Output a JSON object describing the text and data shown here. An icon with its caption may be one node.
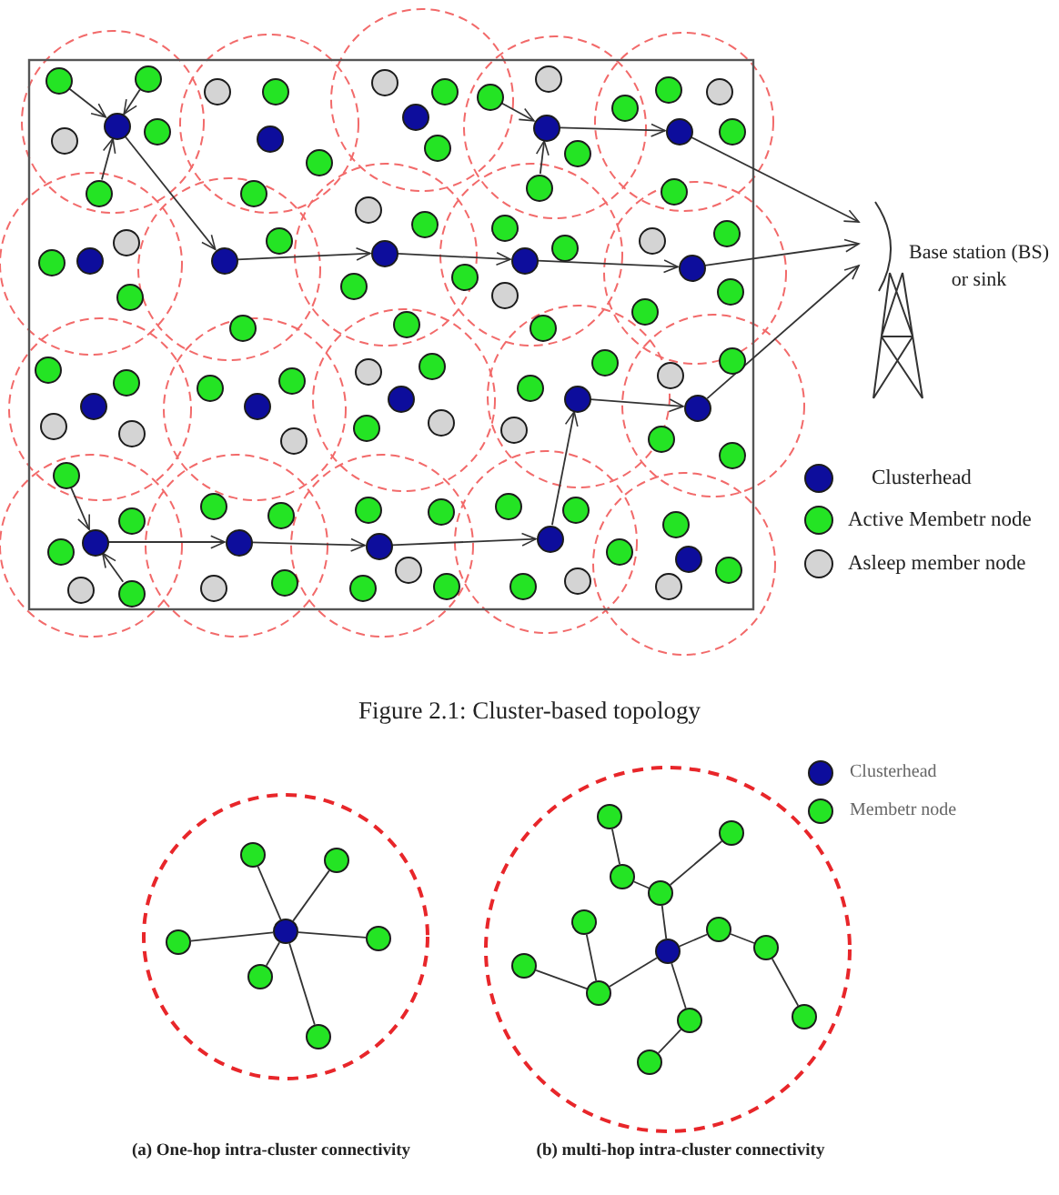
{
  "diagram": {
    "caption": "Figure 2.1: Cluster-based topology",
    "nodes": [
      {
        "text": [],
        "shape": "circle"
      },
      {
        "text": [],
        "shape": "circle"
      },
      {
        "text": [],
        "shape": "circle"
      },
      {
        "text": [],
        "shape": "circle"
      },
      {
        "text": [],
        "shape": "circle"
      },
      {
        "text": [],
        "shape": "circle"
      },
      {
        "text": [],
        "shape": "circle"
      },
      {
        "text": [],
        "shape": "circle"
      },
      {
        "text": [],
        "shape": "circle"
      },
      {
        "text": [],
        "shape": "circle"
      },
      {
        "text": [],
        "shape": "circle"
      },
      {
        "text": [],
        "shape": "circle"
      },
      {
        "text": [],
        "shape": "circle"
      },
      {
        "text": [],
        "shape": "circle"
      },
      {
        "text": [],
        "shape": "circle"
      },
      {
        "text": [],
        "shape": "circle"
      },
      {
        "text": [],
        "shape": "circle"
      },
      {
        "text": [],
        "shape": "circle"
      },
      {
        "text": [],
        "shape": "circle"
      },
      {
        "text": [],
        "shape": "circle"
      },
      {
        "text": [],
        "shape": "circle"
      },
      {
        "text": [],
        "shape": "circle"
      },
      {
        "text": [],
        "shape": "circle"
      },
      {
        "text": [],
        "shape": "circle"
      },
      {
        "text": [],
        "shape": "circle"
      },
      {
        "text": [],
        "shape": "circle"
      },
      {
        "text": [],
        "shape": "circle"
      },
      {
        "text": [],
        "shape": "circle"
      },
      {
        "text": [],
        "shape": "circle"
      },
      {
        "text": [],
        "shape": "circle"
      },
      {
        "text": [],
        "shape": "circle"
      },
      {
        "text": [],
        "shape": "circle"
      },
      {
        "text": [],
        "shape": "circle"
      },
      {
        "text": [],
        "shape": "circle"
      },
      {
        "text": [],
        "shape": "circle"
      },
      {
        "text": [],
        "shape": "circle"
      },
      {
        "text": [],
        "shape": "circle"
      },
      {
        "text": [],
        "shape": "circle"
      },
      {
        "text": [],
        "shape": "circle"
      },
      {
        "text": [],
        "shape": "circle"
      },
      {
        "text": [],
        "shape": "circle"
      },
      {
        "text": [],
        "shape": "circle"
      },
      {
        "text": [],
        "shape": "circle"
      },
      {
        "text": [],
        "shape": "circle"
      },
      {
        "text": [],
        "shape": "circle"
      },
      {
        "text": [],
        "shape": "circle"
      },
      {
        "text": [],
        "shape": "circle"
      },
      {
        "text": [],
        "shape": "circle"
      },
      {
        "text": [],
        "shape": "circle"
      },
      {
        "text": [],
        "shape": "circle"
      },
      {
        "text": [],
        "shape": "circle"
      },
      {
        "text": [],
        "shape": "circle"
      },
      {
        "text": [],
        "shape": "circle"
      },
      {
        "text": [],
        "shape": "circle"
      },
      {
        "text": [],
        "shape": "circle"
      },
      {
        "text": [],
        "shape": "circle"
      },
      {
        "text": [],
        "shape": "circle"
      },
      {
        "text": [],
        "shape": "circle"
      },
      {
        "text": [],
        "shape": "circle"
      },
      {
        "text": [],
        "shape": "circle"
      },
      {
        "text": [],
        "shape": "circle"
      },
      {
        "text": [],
        "shape": "circle"
      },
      {
        "text": [],
        "shape": "circle"
      },
      {
        "text": [],
        "shape": "circle"
      },
      {
        "text": [],
        "shape": "circle"
      },
      {
        "text": [],
        "shape": "circle"
      },
      {
        "text": [],
        "shape": "circle"
      },
      {
        "text": [],
        "shape": "circle"
      },
      {
        "text": [],
        "shape": "circle"
      },
      {
        "text": [],
        "shape": "circle"
      },
      {
        "text": [],
        "shape": "circle"
      },
      {
        "text": [],
        "shape": "circle"
      },
      {
        "text": [],
        "shape": "circle"
      },
      {
        "text": [],
        "shape": "circle"
      },
      {
        "text": [],
        "shape": "circle"
      },
      {
        "text": [],
        "shape": "circle"
      },
      {
        "text": [],
        "shape": "circle"
      },
      {
        "text": [],
        "shape": "circle"
      },
      {
        "text": [],
        "shape": "circle"
      },
      {
        "text": [],
        "shape": "circle"
      },
      {
        "text": [],
        "shape": "circle"
      },
      {
        "text": [],
        "shape": "circle"
      },
      {
        "text": [],
        "shape": "circle"
      },
      {
        "text": [],
        "shape": "circle"
      },
      {
        "text": [],
        "shape": "circle"
      },
      {
        "text": [],
        "shape": "circle"
      },
      {
        "text": [],
        "shape": "circle"
      },
      {
        "text": [],
        "shape": "circle"
      },
      {
        "text": [],
        "shape": "circle"
      },
      {
        "text": [],
        "shape": "circle"
      },
      {
        "text": [],
        "shape": "circle"
      },
      {
        "text": [],
        "shape": "circle"
      },
      {
        "text": [],
        "shape": "circle"
      },
      {
        "text": [],
        "shape": "circle"
      },
      {
        "text": [],
        "shape": "circle"
      },
      {
        "text": [],
        "shape": "circle"
      },
      {
        "text": [],
        "shape": "circle"
      },
      {
        "text": [],
        "shape": "circle"
      },
      {
        "text": [],
        "shape": "circle"
      },
      {
        "text": [
          "Base station (BS) or sink"
        ]
      },
      {
        "text": [],
        "shape": "circle"
      },
      {
        "text": [],
        "shape": "circle"
      },
      {
        "text": [],
        "shape": "circle"
      },
      {
        "text": [],
        "shape": "circle"
      },
      {
        "text": [],
        "shape": "circle"
      },
      {
        "text": [],
        "shape": "circle"
      },
      {
        "text": [],
        "shape": "circle"
      },
      {
        "text": [],
        "shape": "circle"
      },
      {
        "text": [],
        "shape": "circle"
      },
      {
        "text": [],
        "shape": "circle"
      },
      {
        "text": [],
        "shape": "circle"
      },
      {
        "text": [],
        "shape": "circle"
      },
      {
        "text": [],
        "shape": "circle"
      },
      {
        "text": [],
        "shape": "circle"
      },
      {
        "text": [],
        "shape": "circle"
      },
      {
        "text": [],
        "shape": "circle"
      },
      {
        "text": [],
        "shape": "circle"
      },
      {
        "text": [],
        "shape": "circle"
      },
      {
        "text": [],
        "shape": "circle"
      },
      {
        "text": [],
        "shape": "circle"
      }
    ],
    "edges": [
      {
        "from": 0,
        "to": 2,
        "arrow": "to"
      },
      {
        "from": 3,
        "to": 2,
        "arrow": "to"
      },
      {
        "from": 24,
        "to": 2,
        "arrow": "to"
      },
      {
        "from": 2,
        "to": 27,
        "arrow": "to"
      },
      {
        "from": 27,
        "to": 33,
        "arrow": "to"
      },
      {
        "from": 33,
        "to": 39,
        "arrow": "to"
      },
      {
        "from": 39,
        "to": 46,
        "arrow": "to"
      },
      {
        "from": 46,
        "to": 99,
        "arrow": "to"
      },
      {
        "from": 13,
        "to": 14,
        "arrow": "to"
      },
      {
        "from": 40,
        "to": 14,
        "arrow": "to"
      },
      {
        "from": 14,
        "to": 19,
        "arrow": "to"
      },
      {
        "from": 19,
        "to": 99,
        "arrow": "to"
      },
      {
        "from": 73,
        "to": 75,
        "arrow": "to"
      },
      {
        "from": 77,
        "to": 75,
        "arrow": "to"
      },
      {
        "from": 75,
        "to": 80,
        "arrow": "to"
      },
      {
        "from": 80,
        "to": 85,
        "arrow": "to"
      },
      {
        "from": 85,
        "to": 91,
        "arrow": "to"
      },
      {
        "from": 91,
        "to": 65,
        "arrow": "to"
      },
      {
        "from": 65,
        "to": 69,
        "arrow": "to"
      },
      {
        "from": 69,
        "to": 99,
        "arrow": "to"
      },
      {
        "from": 100,
        "to": 101,
        "arrow": "none"
      },
      {
        "from": 100,
        "to": 102,
        "arrow": "none"
      },
      {
        "from": 100,
        "to": 103,
        "arrow": "none"
      },
      {
        "from": 100,
        "to": 104,
        "arrow": "none"
      },
      {
        "from": 100,
        "to": 105,
        "arrow": "none"
      },
      {
        "from": 100,
        "to": 106,
        "arrow": "none"
      },
      {
        "from": 108,
        "to": 109,
        "arrow": "none"
      },
      {
        "from": 109,
        "to": 110,
        "arrow": "none"
      },
      {
        "from": 110,
        "to": 111,
        "arrow": "none"
      },
      {
        "from": 110,
        "to": 107,
        "arrow": "none"
      },
      {
        "from": 107,
        "to": 113,
        "arrow": "none"
      },
      {
        "from": 113,
        "to": 114,
        "arrow": "none"
      },
      {
        "from": 114,
        "to": 118,
        "arrow": "none"
      },
      {
        "from": 107,
        "to": 116,
        "arrow": "none"
      },
      {
        "from": 116,
        "to": 112,
        "arrow": "none"
      },
      {
        "from": 116,
        "to": 115,
        "arrow": "none"
      },
      {
        "from": 107,
        "to": 117,
        "arrow": "none"
      },
      {
        "from": 117,
        "to": 119,
        "arrow": "none"
      }
    ],
    "labels": [
      "(a) One-hop intra-cluster connectivity",
      "(b) multi-hop intra-cluster connectivity"
    ],
    "legend": [
      {
        "text": "Clusterhead",
        "color": "#0d0d9c"
      },
      {
        "text": "Active Membetr node",
        "color": "#24e424"
      },
      {
        "text": "Asleep member node",
        "color": "#d4d4d4"
      },
      {
        "text": "Clusterhead",
        "color": "#0d0d9c"
      },
      {
        "text": "Membetr node",
        "color": "#24e424"
      }
    ]
  }
}
